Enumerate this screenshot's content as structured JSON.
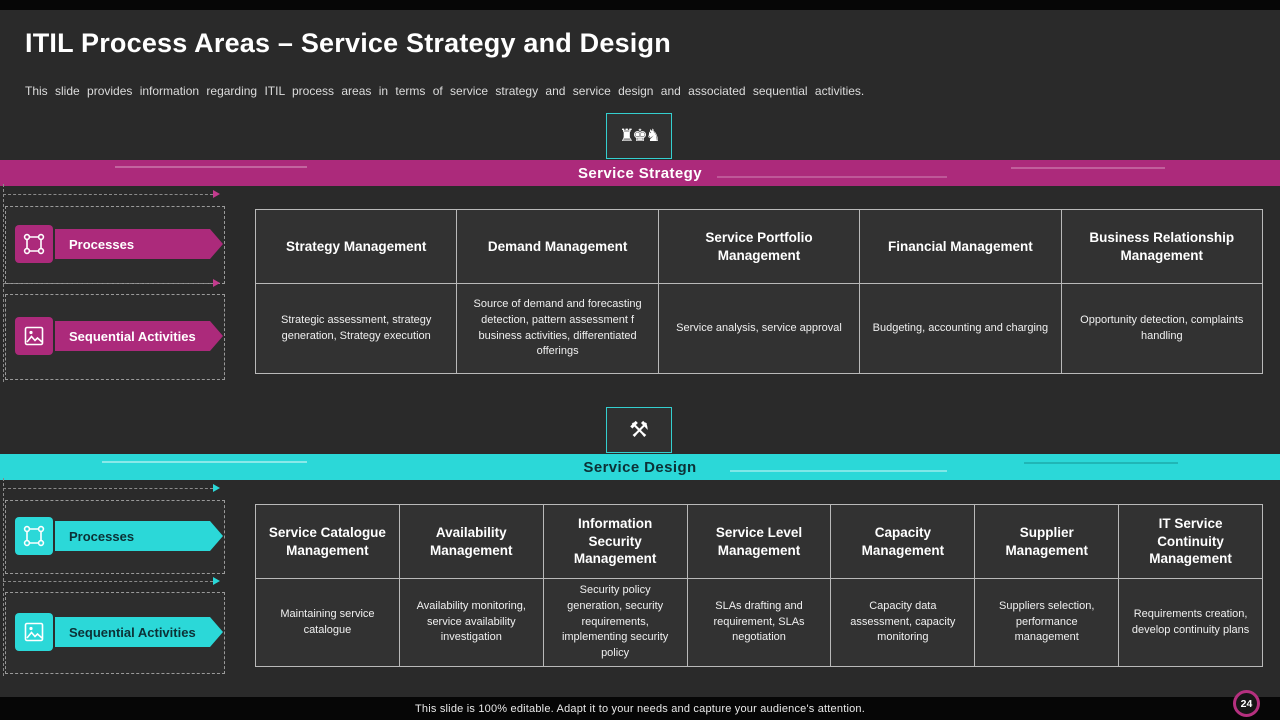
{
  "slide": {
    "title": "ITIL Process Areas – Service Strategy and Design",
    "subtitle": "This slide provides information regarding ITIL process areas in terms of service strategy and service design and associated sequential activities.",
    "footer": "This slide is 100% editable. Adapt it to your needs and capture your audience's attention.",
    "page_number": "24"
  },
  "colors": {
    "magenta": "#ac2a7b",
    "cyan": "#2bd8d8",
    "background": "#2a2a2a"
  },
  "icons": {
    "strategy_glyph": "♜♚♞",
    "design_glyph": "⚒"
  },
  "strategy": {
    "banner_label": "Service Strategy",
    "processes_label": "Processes",
    "sequential_label": "Sequential Activities",
    "table": {
      "headers": [
        "Strategy Management",
        "Demand Management",
        "Service Portfolio Management",
        "Financial Management",
        "Business Relationship Management"
      ],
      "cells": [
        "Strategic assessment, strategy generation, Strategy execution",
        "Source of demand and forecasting detection, pattern assessment f business activities, differentiated offerings",
        "Service analysis, service approval",
        "Budgeting, accounting and charging",
        "Opportunity detection, complaints handling"
      ]
    }
  },
  "design": {
    "banner_label": "Service Design",
    "processes_label": "Processes",
    "sequential_label": "Sequential Activities",
    "table": {
      "headers": [
        "Service Catalogue Management",
        "Availability Management",
        "Information Security Management",
        "Service Level Management",
        "Capacity Management",
        "Supplier Management",
        "IT Service Continuity Management"
      ],
      "cells": [
        "Maintaining service catalogue",
        "Availability monitoring, service availability investigation",
        "Security policy generation, security requirements, implementing security policy",
        "SLAs drafting and requirement, SLAs negotiation",
        "Capacity data assessment, capacity monitoring",
        "Suppliers selection, performance management",
        "Requirements creation, develop continuity plans"
      ]
    }
  }
}
